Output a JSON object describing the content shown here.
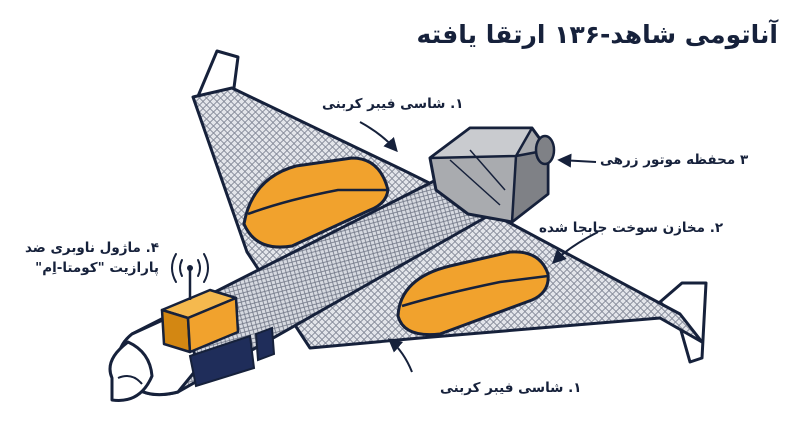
{
  "title": "آناتومی شاهد-۱۳۶ ارتقا یافته",
  "labels": {
    "chassis_top": "۱. شاسی فیبر کربنی",
    "fuel_tanks": "۲. مخازن سوخت جابجا شده",
    "engine_housing": "۳ محفظه موتور زرهی",
    "nav_module_line1": "۴. ماژول ناوبری ضد",
    "nav_module_line2": "پارازیت \"کومتا-اِم\"",
    "chassis_bottom": "۱. شاسی فیبر کربنی"
  },
  "colors": {
    "outline": "#16213b",
    "mesh_fill": "#d9dce2",
    "tank": "#f1a22d",
    "tank_shadow": "#d38712",
    "engine": "#a9abaf",
    "engine_dark": "#7f8186",
    "module": "#f1a22d",
    "window": "#1f2d5a",
    "nose": "#ffffff"
  }
}
